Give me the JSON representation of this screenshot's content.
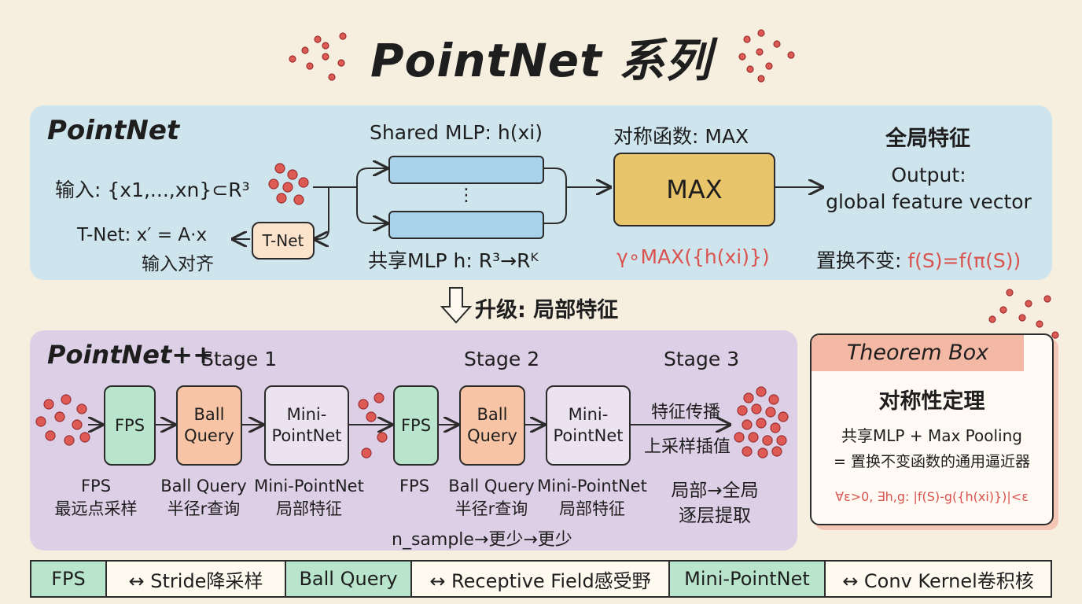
{
  "title": "PointNet 系列",
  "pointnet": {
    "title": "PointNet",
    "input_label": "输入: {x1,...,xn}⊂R³",
    "tnet_box": "T-Net",
    "tnet_formula": "T-Net: x′ = A·x",
    "tnet_desc": "输入对齐",
    "mlp_title": "Shared MLP: h(xi)",
    "mlp_ellipsis": "⋮",
    "mlp_desc": "共享MLP h: R³→Rᴷ",
    "sym_title": "对称函数: MAX",
    "max_box": "MAX",
    "max_formula": "γ∘MAX({h(xi)})",
    "global_title": "全局特征",
    "output_line1": "Output:",
    "output_line2": "global feature vector",
    "perm_label": "置换不变: ",
    "perm_formula": "f(S)=f(π(S))"
  },
  "upgrade": "升级: 局部特征",
  "pointnetpp": {
    "title": "PointNet++",
    "stage1": "Stage 1",
    "stage2": "Stage 2",
    "stage3": "Stage 3",
    "fps_box": "FPS",
    "ball_box_1": "Ball",
    "ball_box_2": "Query",
    "mini_box_1": "Mini-",
    "mini_box_2": "PointNet",
    "fps_cap_1": "FPS",
    "fps_cap_2": "最远点采样",
    "ball_cap_1": "Ball Query",
    "ball_cap_2": "半径r查询",
    "mini_cap_1": "Mini-PointNet",
    "mini_cap_2": "局部特征",
    "fps2_cap": "FPS",
    "ball2_cap_1": "Ball Query",
    "ball2_cap_2": "半径r查询",
    "mini2_cap_1": "Mini-PointNet",
    "mini2_cap_2": "局部特征",
    "prop_1": "特征传播",
    "prop_2": "上采样插值",
    "local_global_1": "局部→全局",
    "local_global_2": "逐层提取",
    "nsample": "n_sample→更少→更少"
  },
  "theorem": {
    "head": "Theorem Box",
    "title": "对称性定理",
    "line1": "共享MLP + Max Pooling",
    "line2": "= 置换不变函数的通用逼近器",
    "formula": "∀ε>0, ∃h,g: |f(S)-g({h(xi)})|<ε"
  },
  "legend": [
    "FPS",
    "↔ Stride降采样",
    "Ball Query",
    "↔ Receptive Field感受野",
    "Mini-PointNet",
    "↔ Conv Kernel卷积核"
  ],
  "colors": {
    "background": "#f6efe0",
    "pointnet_panel": "#cfe5ee",
    "pointnetpp_panel": "#dccfe6",
    "fps": "#b8e5cc",
    "ball_query": "#f7c5a5",
    "max": "#e8c56a",
    "points": "#de5b55",
    "accent_red": "#d9534f"
  }
}
